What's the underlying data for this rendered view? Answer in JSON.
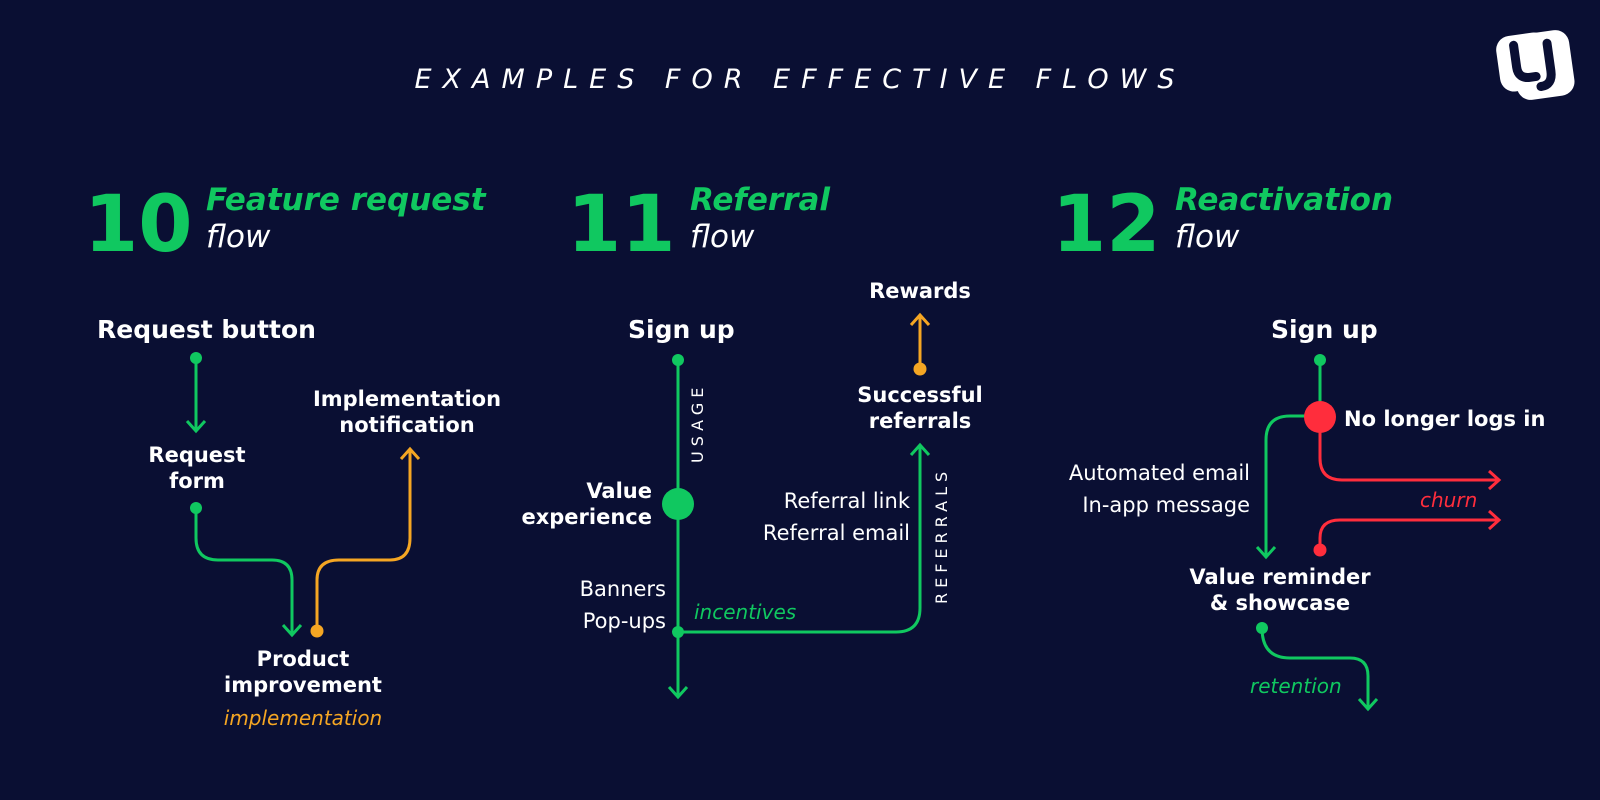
{
  "title": "EXAMPLES FOR EFFECTIVE FLOWS",
  "colors": {
    "background": "#0a0f33",
    "green": "#10c860",
    "orange": "#f5a623",
    "red": "#ff2d3c",
    "white": "#ffffff"
  },
  "flows": [
    {
      "number": "10",
      "title": "Feature request",
      "subtitle": "flow",
      "nodes": {
        "request_button": "Request button",
        "request_form": "Request\nform",
        "implementation_notification": "Implementation\nnotification",
        "product_improvement": "Product\nimprovement",
        "implementation": "implementation"
      }
    },
    {
      "number": "11",
      "title": "Referral",
      "subtitle": "flow",
      "nodes": {
        "sign_up": "Sign up",
        "usage": "USAGE",
        "value_experience": "Value\nexperience",
        "banners": "Banners",
        "popups": "Pop-ups",
        "incentives": "incentives",
        "referral_link": "Referral link",
        "referral_email": "Referral email",
        "referrals": "REFERRALS",
        "successful_referrals": "Successful\nreferrals",
        "rewards": "Rewards"
      }
    },
    {
      "number": "12",
      "title": "Reactivation",
      "subtitle": "flow",
      "nodes": {
        "sign_up": "Sign up",
        "no_longer_logs_in": "No longer logs in",
        "automated_email": "Automated email",
        "in_app_message": "In-app message",
        "churn": "churn",
        "value_reminder": "Value reminder\n& showcase",
        "retention": "retention"
      }
    }
  ]
}
